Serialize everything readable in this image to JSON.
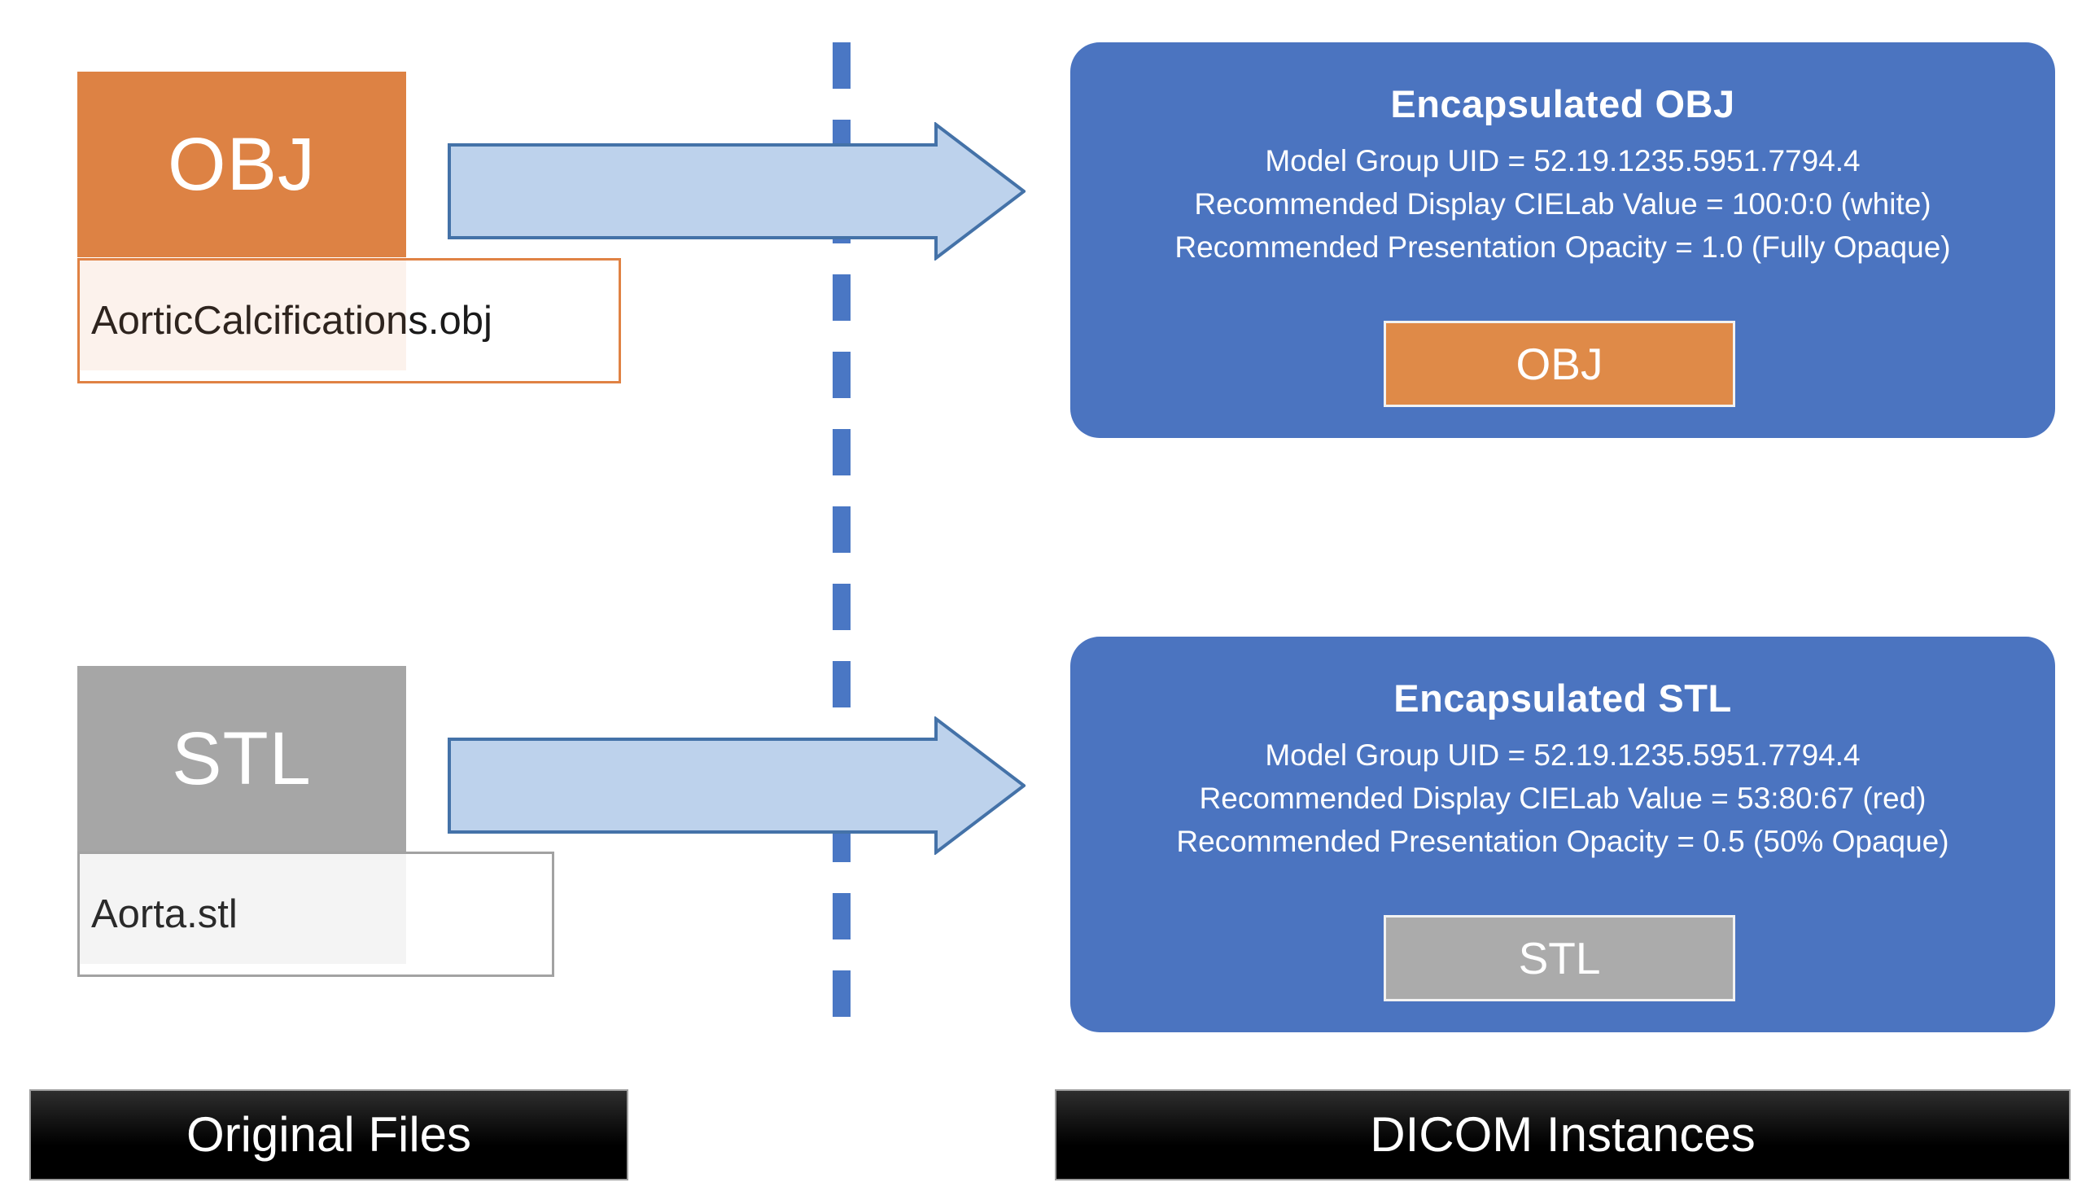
{
  "diagram": {
    "title_left": "Original Files",
    "title_right": "DICOM Instances",
    "colors": {
      "panel_blue": "#4B74C0",
      "divider_blue": "#4A77C4",
      "arrow_fill": "#BDD2EC",
      "arrow_stroke": "#4472A8",
      "obj_orange": "#DD8244",
      "stl_gray": "#A6A6A6",
      "caption_black": "#000000"
    }
  },
  "source_files": [
    {
      "badge": "OBJ",
      "filename": "AorticCalcifications.obj"
    },
    {
      "badge": "STL",
      "filename": "Aorta.stl"
    }
  ],
  "arrows": [
    {
      "name": "obj-conversion-arrow"
    },
    {
      "name": "stl-conversion-arrow"
    }
  ],
  "dicom_panels": [
    {
      "title": "Encapsulated  OBJ",
      "lines": [
        "Model Group UID = 52.19.1235.5951.7794.4",
        "Recommended Display CIELab Value = 100:0:0  (white)",
        "Recommended Presentation Opacity = 1.0 (Fully Opaque)"
      ],
      "chip": "OBJ"
    },
    {
      "title": "Encapsulated  STL",
      "lines": [
        "Model Group UID = 52.19.1235.5951.7794.4",
        "Recommended Display CIELab Value = 53:80:67  (red)",
        "Recommended Presentation Opacity = 0.5 (50% Opaque)"
      ],
      "chip": "STL"
    }
  ],
  "captions": {
    "left": "Original Files",
    "right": "DICOM Instances"
  }
}
